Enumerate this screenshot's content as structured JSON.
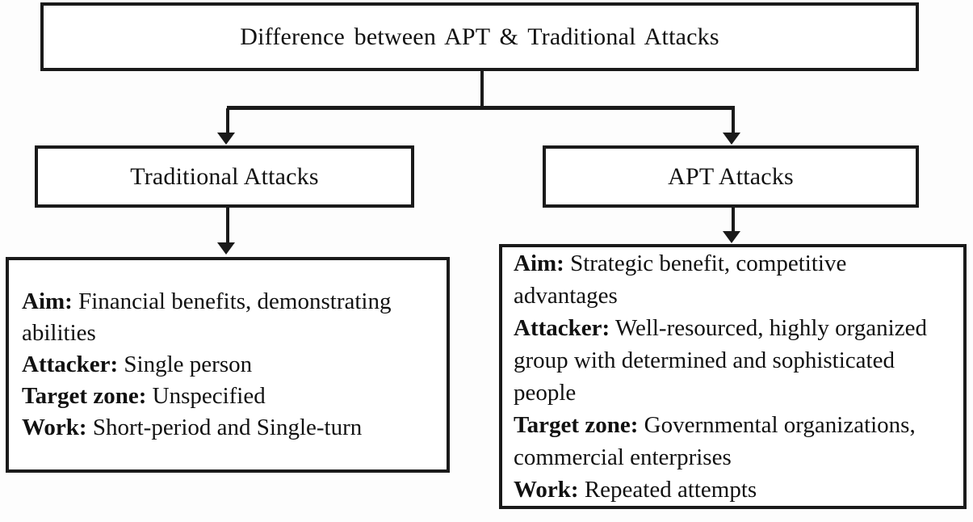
{
  "diagram": {
    "title": "Difference between APT & Traditional Attacks",
    "branches": [
      {
        "id": "traditional",
        "label": "Traditional Attacks",
        "details": [
          {
            "label": "Aim:",
            "text": "Financial benefits, demonstrating abilities"
          },
          {
            "label": "Attacker:",
            "text": "Single person"
          },
          {
            "label": "Target zone:",
            "text": "Unspecified"
          },
          {
            "label": "Work:",
            "text": "Short-period and Single-turn"
          }
        ]
      },
      {
        "id": "apt",
        "label": "APT Attacks",
        "details": [
          {
            "label": "Aim:",
            "text": "Strategic benefit, competitive advantages"
          },
          {
            "label": "Attacker:",
            "text": "Well-resourced, highly organized group with determined and sophisticated people"
          },
          {
            "label": "Target zone:",
            "text": "Governmental organizations, commercial enterprises"
          },
          {
            "label": "Work:",
            "text": "Repeated attempts"
          }
        ]
      }
    ],
    "colors": {
      "line": "#1a1a1a",
      "text": "#111111",
      "background": "#fdfdfd",
      "box_fill": "#ffffff"
    }
  }
}
